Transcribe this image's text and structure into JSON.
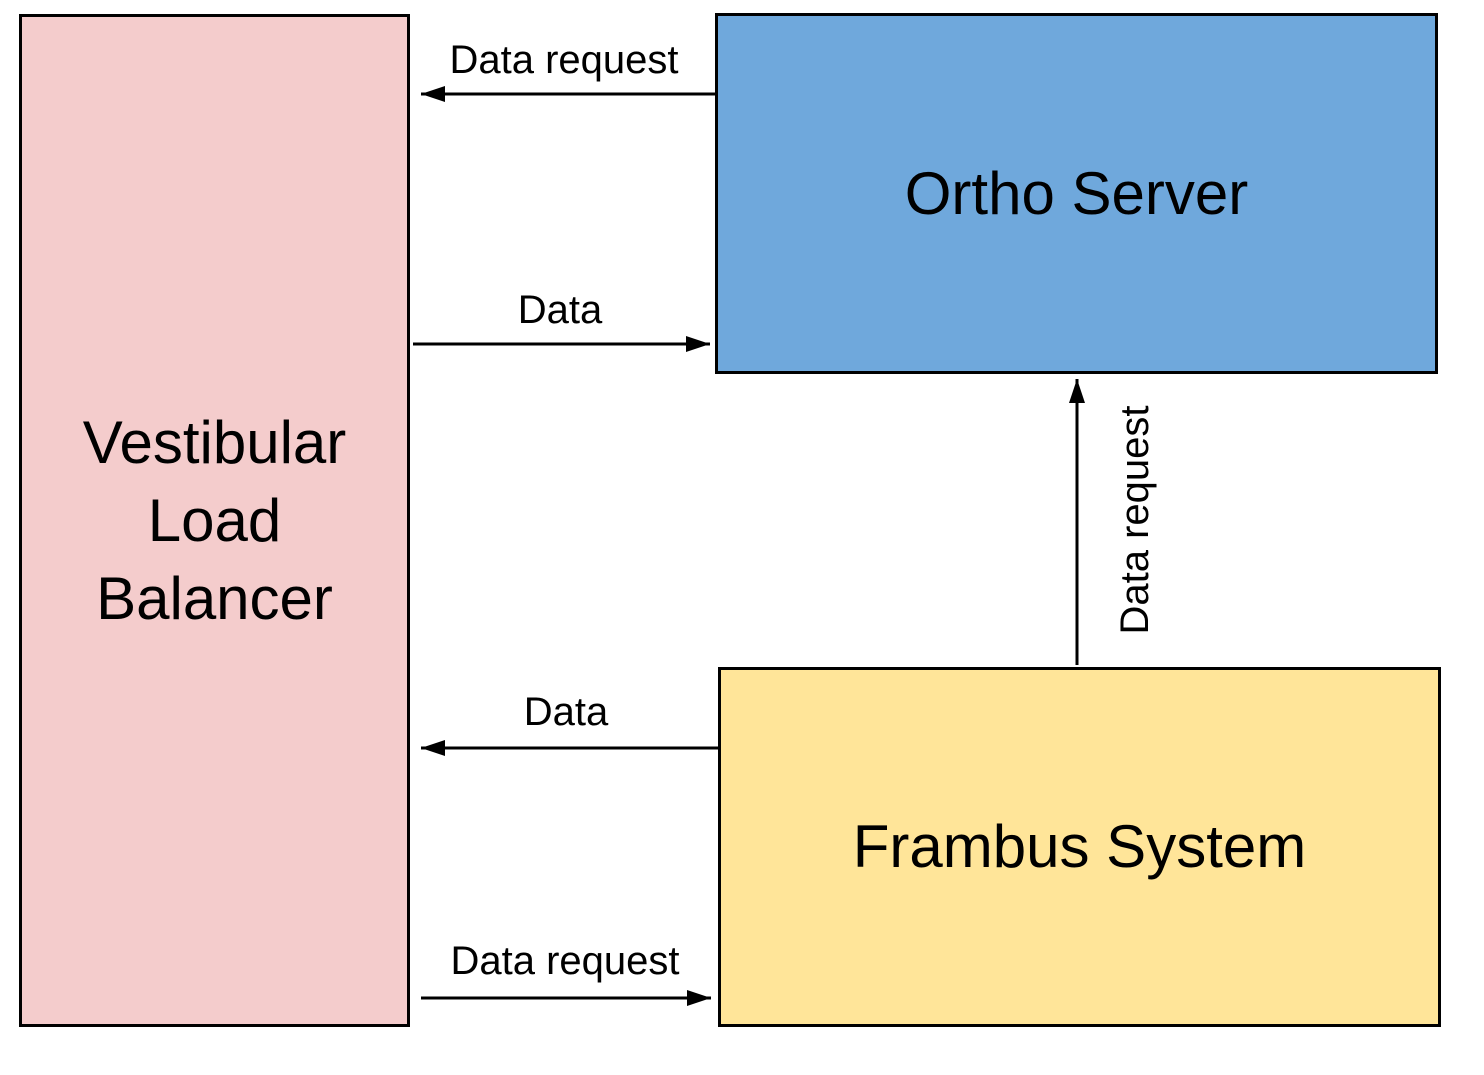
{
  "diagram": {
    "background_color": "#ffffff",
    "border_color": "#000000",
    "nodes": [
      {
        "id": "vestibular-load-balancer",
        "label": "Vestibular Load Balancer",
        "fill": "#f4cccc"
      },
      {
        "id": "ortho-server",
        "label": "Ortho Server",
        "fill": "#6fa8dc"
      },
      {
        "id": "frambus-system",
        "label": "Frambus System",
        "fill": "#ffe599"
      }
    ],
    "edges": [
      {
        "from": "ortho-server",
        "to": "vestibular-load-balancer",
        "label": "Data request",
        "direction": "left"
      },
      {
        "from": "vestibular-load-balancer",
        "to": "ortho-server",
        "label": "Data",
        "direction": "right"
      },
      {
        "from": "frambus-system",
        "to": "ortho-server",
        "label": "Data request",
        "direction": "up"
      },
      {
        "from": "frambus-system",
        "to": "vestibular-load-balancer",
        "label": "Data",
        "direction": "left"
      },
      {
        "from": "vestibular-load-balancer",
        "to": "frambus-system",
        "label": "Data request",
        "direction": "right"
      }
    ]
  }
}
